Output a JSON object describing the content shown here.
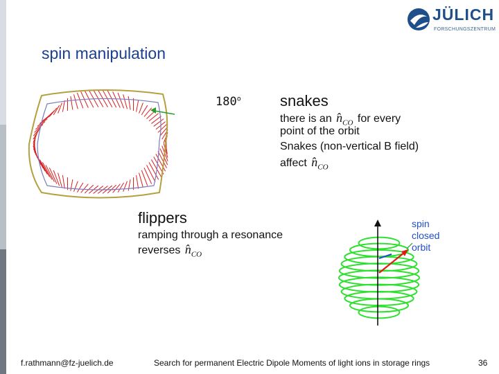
{
  "logo": {
    "wordmark": "JÜLICH",
    "subtitle": "FORSCHUNGSZENTRUM",
    "color": "#1e4f8a"
  },
  "title": "spin manipulation",
  "snakes": {
    "angle": "180",
    "angle_unit": "o",
    "heading": "snakes",
    "line1_pre": "there is an",
    "line1_post": "for every",
    "line2": "point of the orbit",
    "line3": "Snakes (non-vertical B field)",
    "line4_pre": "affect"
  },
  "n_co": {
    "symbol": "n",
    "subscript": "CO"
  },
  "flippers": {
    "heading": "flippers",
    "line1": "ramping through a resonance",
    "line2_pre": "reverses"
  },
  "spin_label": {
    "line1": "spin",
    "line2": "closed",
    "line3": "orbit",
    "color": "#1f4fc8"
  },
  "footer": {
    "email": "f.rathmann@fz-juelich.de",
    "center": "Search for permanent Electric Dipole Moments of light ions in storage rings",
    "page": "36"
  },
  "colors": {
    "title": "#1b3f8f",
    "ribbon": "#d81e1e",
    "orbit": "#b5a040",
    "sphere": "#2ee02e",
    "arrow_label": "#2a9a2a"
  }
}
